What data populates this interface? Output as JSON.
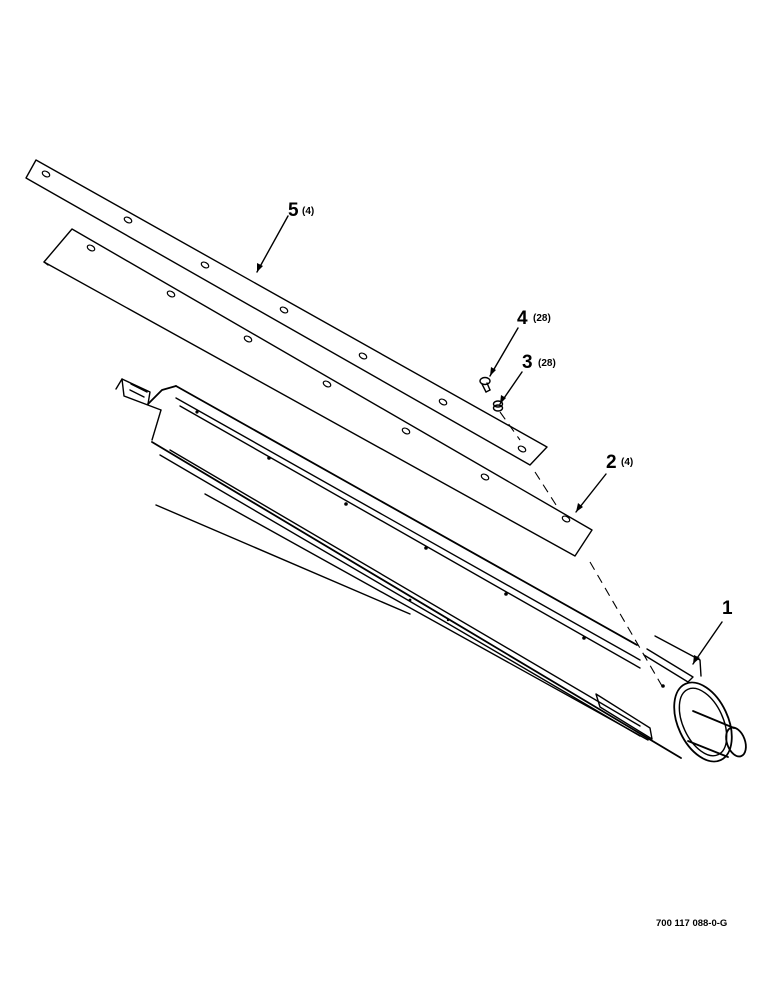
{
  "callouts": [
    {
      "id": "1",
      "number": "1",
      "qty": ""
    },
    {
      "id": "2",
      "number": "2",
      "qty": "(4)"
    },
    {
      "id": "3",
      "number": "3",
      "qty": "(28)"
    },
    {
      "id": "4",
      "number": "4",
      "qty": "(28)"
    },
    {
      "id": "5",
      "number": "5",
      "qty": "(4)"
    }
  ],
  "drawing_number": "700 117 088-0-G"
}
